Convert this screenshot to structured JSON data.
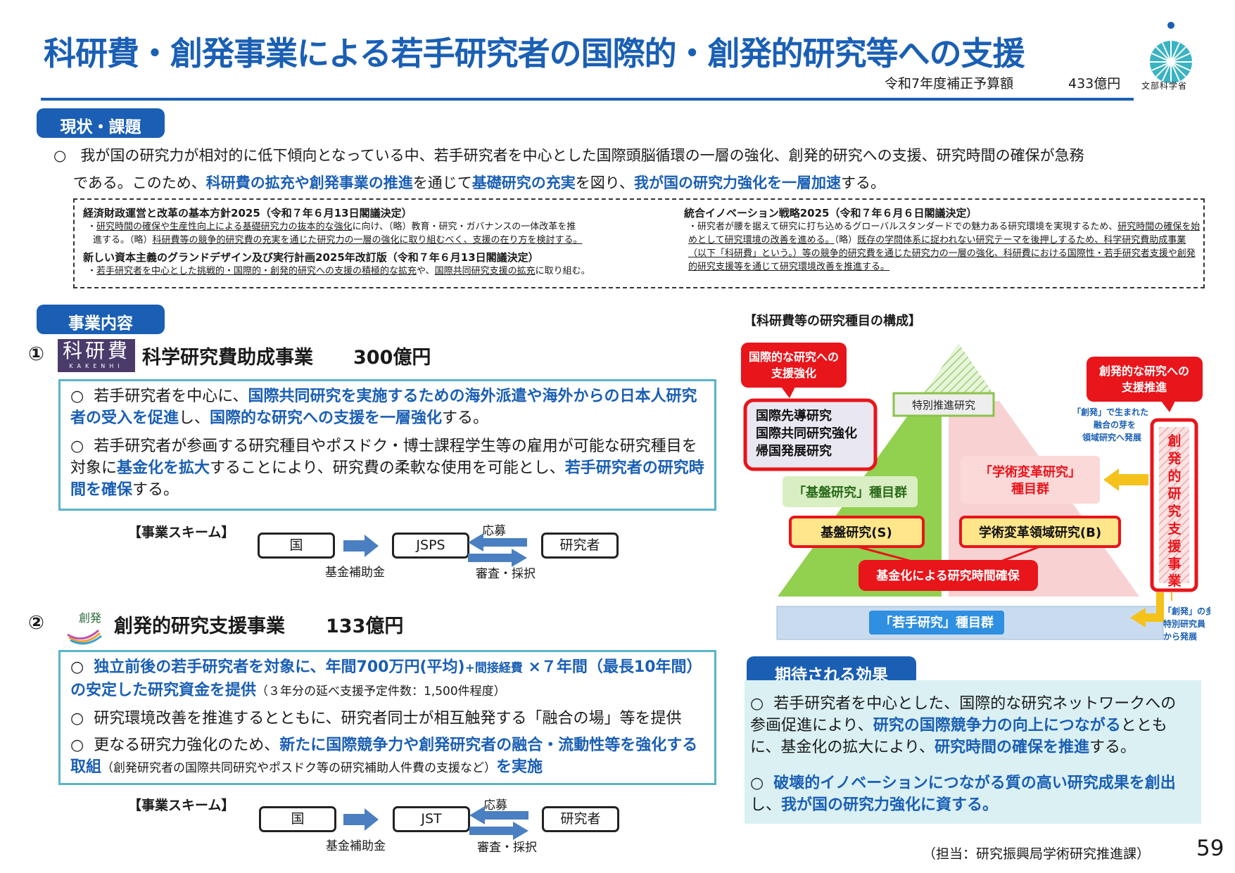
{
  "header": {
    "title": "科研費・創発事業による若手研究者の国際的・創発的研究等への支援",
    "budget_label": "令和7年度補正予算額",
    "budget_value": "433億円",
    "ministry_logo_text": "文部科学省"
  },
  "current": {
    "tag": "現状・課題",
    "intro": {
      "bullet": "○",
      "t1": "我が国の研究力が相対的に低下傾向となっている中、若手研究者を中心とした国際頭脳循環の一層の強化、創発的研究への支援、研究時間の確保が急務",
      "t2": "である。このため、",
      "h1": "科研費の拡充や創発事業の推進",
      "t3": "を通じて",
      "h2": "基礎研究の充実",
      "t4": "を図り、",
      "h3": "我が国の研究力強化を一層加速",
      "t5": "する。"
    },
    "policies": {
      "p1_title": "経済財政運営と改革の基本方針2025（令和７年６月13日閣議決定）",
      "p1_a": "・",
      "p1_u1": "研究時間の確保や生産性向上による基礎研究力の抜本的な強化",
      "p1_b": "に向け、（略）教育・研究・ガバナンスの一体改革を推",
      "p1_c": "進する。（略）",
      "p1_u2": "科研費等の競争的研究費の充実を通じた研究力の一層の強化に取り組むべく、支援の在り方を検討する。",
      "p2_title": "新しい資本主義のグランドデザイン及び実行計画2025年改訂版（令和７年６月13日閣議決定）",
      "p2_a": "・",
      "p2_u1": "若手研究者を中心とした挑戦的・国際的・創発的研究への支援の積極的な拡充",
      "p2_b": "や、",
      "p2_u2": "国際共同研究支援の拡充",
      "p2_c": "に取り組む。",
      "p3_title": "統合イノベーション戦略2025（令和７年６月６日閣議決定）",
      "p3_a": "・研究者が腰を据えて研究に打ち込めるグローバルスタンダードでの魅力ある研究環境を実現するため、",
      "p3_u1": "研究時間の確保を始めとして研究環境の改善を進める。",
      "p3_b": "（略）",
      "p3_u2": "既存の学問体系に捉われない研究テーマを後押しするため、科学研究費助成事業（以下「科研費」という。）等の競争的研究費を通じた研究力の一層の強化、科研費における国際性・若手研究者支援や創発的研究支援等を通じて研究環境改善を推進する。"
    }
  },
  "content": {
    "tag": "事業内容",
    "program1": {
      "num": "①",
      "logo_main": "科研費",
      "logo_sub": "KAKENHI",
      "title": "科学研究費助成事業",
      "amount": "300億円",
      "b1": {
        "bullet": "○",
        "t1": "若手研究者を中心に、",
        "h1": "国際共同研究を実施するための海外派遣や海外からの日本人研究者の受入を促進",
        "t2": "し、",
        "h2": "国際的な研究への支援を一層強化",
        "t3": "する。"
      },
      "b2": {
        "bullet": "○",
        "t1": "若手研究者が参画する研究種目やポスドク・博士課程学生等の雇用が可能な研究種目を対象に",
        "h1": "基金化を拡大",
        "t2": "することにより、研究費の柔軟な使用を可能とし、",
        "h2": "若手研究者の研究時間を確保",
        "t3": "する。"
      },
      "scheme": {
        "label": "【事業スキーム】",
        "from": "国",
        "mid": "JSPS",
        "to": "研究者",
        "grant": "基金補助金",
        "apply": "応募",
        "review": "審査・採択"
      }
    },
    "program2": {
      "num": "②",
      "logo_text": "創発",
      "title": "創発的研究支援事業",
      "amount": "133億円",
      "b1": {
        "bullet": "○",
        "h1": "独立前後の若手研究者を対象に、年間700万円(平均)",
        "s1": "+間接経費",
        "h2": " ×７年間（最長10年間）の安定した研究資金を提供",
        "t1": "（３年分の延べ支援予定件数：1,500件程度）"
      },
      "b2": {
        "bullet": "○",
        "t1": "研究環境改善を推進するとともに、研究者同士が相互触発する「融合の場」等を提供"
      },
      "b3": {
        "bullet": "○",
        "t1": "更なる研究力強化のため、",
        "h1": "新たに国際競争力や創発研究者の融合・流動性等を強化する取組",
        "t2": "（創発研究者の国際共同研究やポスドク等の研究補助人件費の支援など）",
        "h2": "を実施"
      },
      "scheme": {
        "label": "【事業スキーム】",
        "from": "国",
        "mid": "JST",
        "to": "研究者",
        "grant": "基金補助金",
        "apply": "応募",
        "review": "審査・採択"
      }
    }
  },
  "structure": {
    "title": "【科研費等の研究種目の構成】",
    "intl_support": "国際的な研究への支援強化",
    "intl_list": [
      "国際先導研究",
      "国際共同研究強化",
      "帰国発展研究"
    ],
    "special": "特別推進研究",
    "kiban_group": "「基盤研究」種目群",
    "kiban_s": "基盤研究(S)",
    "gakujutsu_group": "「学術変革研究」種目群",
    "gakujutsu_b": "学術変革領域研究(B)",
    "fund_time": "基金化による研究時間確保",
    "wakate_group": "「若手研究」種目群",
    "sohatsu_support": "創発的な研究への支援推進",
    "sohatsu_note": "「創発」で生まれた融合の芽を領域研究へ発展",
    "sohatsu_vertical": "創発的研究支援事業",
    "sohatsu_bottom": "「創発」の多くが特別研究員から発展",
    "colors": {
      "red": "#e8151b",
      "green": "#92d050",
      "pink": "#f4b6b8",
      "yellow": "#ffe68a",
      "blue": "#1a5fb4",
      "teal": "#5ab4c8"
    }
  },
  "effects": {
    "tag": "期待される効果",
    "e1": {
      "bullet": "○",
      "t1": "若手研究者を中心とした、国際的な研究ネットワークへの参画促進により、",
      "h1": "研究の国際競争力の向上につながる",
      "t2": "とともに、基金化の拡大により、",
      "h2": "研究時間の確保を推進",
      "t3": "する。"
    },
    "e2": {
      "bullet": "○",
      "h1": "破壊的イノベーションにつながる質の高い研究成果を創出",
      "t1": "し、",
      "h2": "我が国の研究力強化に資する。"
    }
  },
  "footer": {
    "contact": "（担当：研究振興局学術研究推進課）",
    "page": "59"
  }
}
